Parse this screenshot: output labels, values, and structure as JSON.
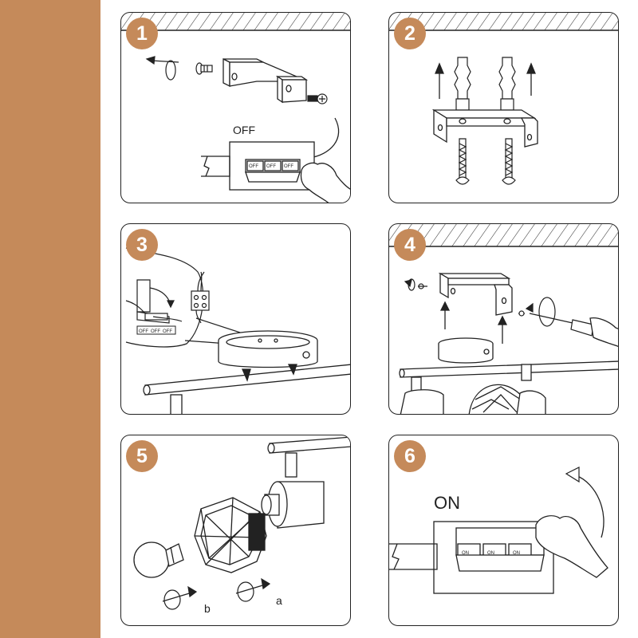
{
  "colors": {
    "accent": "#c58a5a",
    "stroke": "#222222"
  },
  "steps": [
    {
      "number": "1",
      "label": "OFF",
      "switch_labels": [
        "OFF",
        "OFF",
        "OFF"
      ]
    },
    {
      "number": "2"
    },
    {
      "number": "3",
      "switch_labels": [
        "OFF",
        "OFF",
        "OFF"
      ]
    },
    {
      "number": "4"
    },
    {
      "number": "5",
      "label_a": "a",
      "label_b": "b"
    },
    {
      "number": "6",
      "label": "ON",
      "switch_labels": [
        "ON",
        "ON",
        "ON"
      ]
    }
  ]
}
